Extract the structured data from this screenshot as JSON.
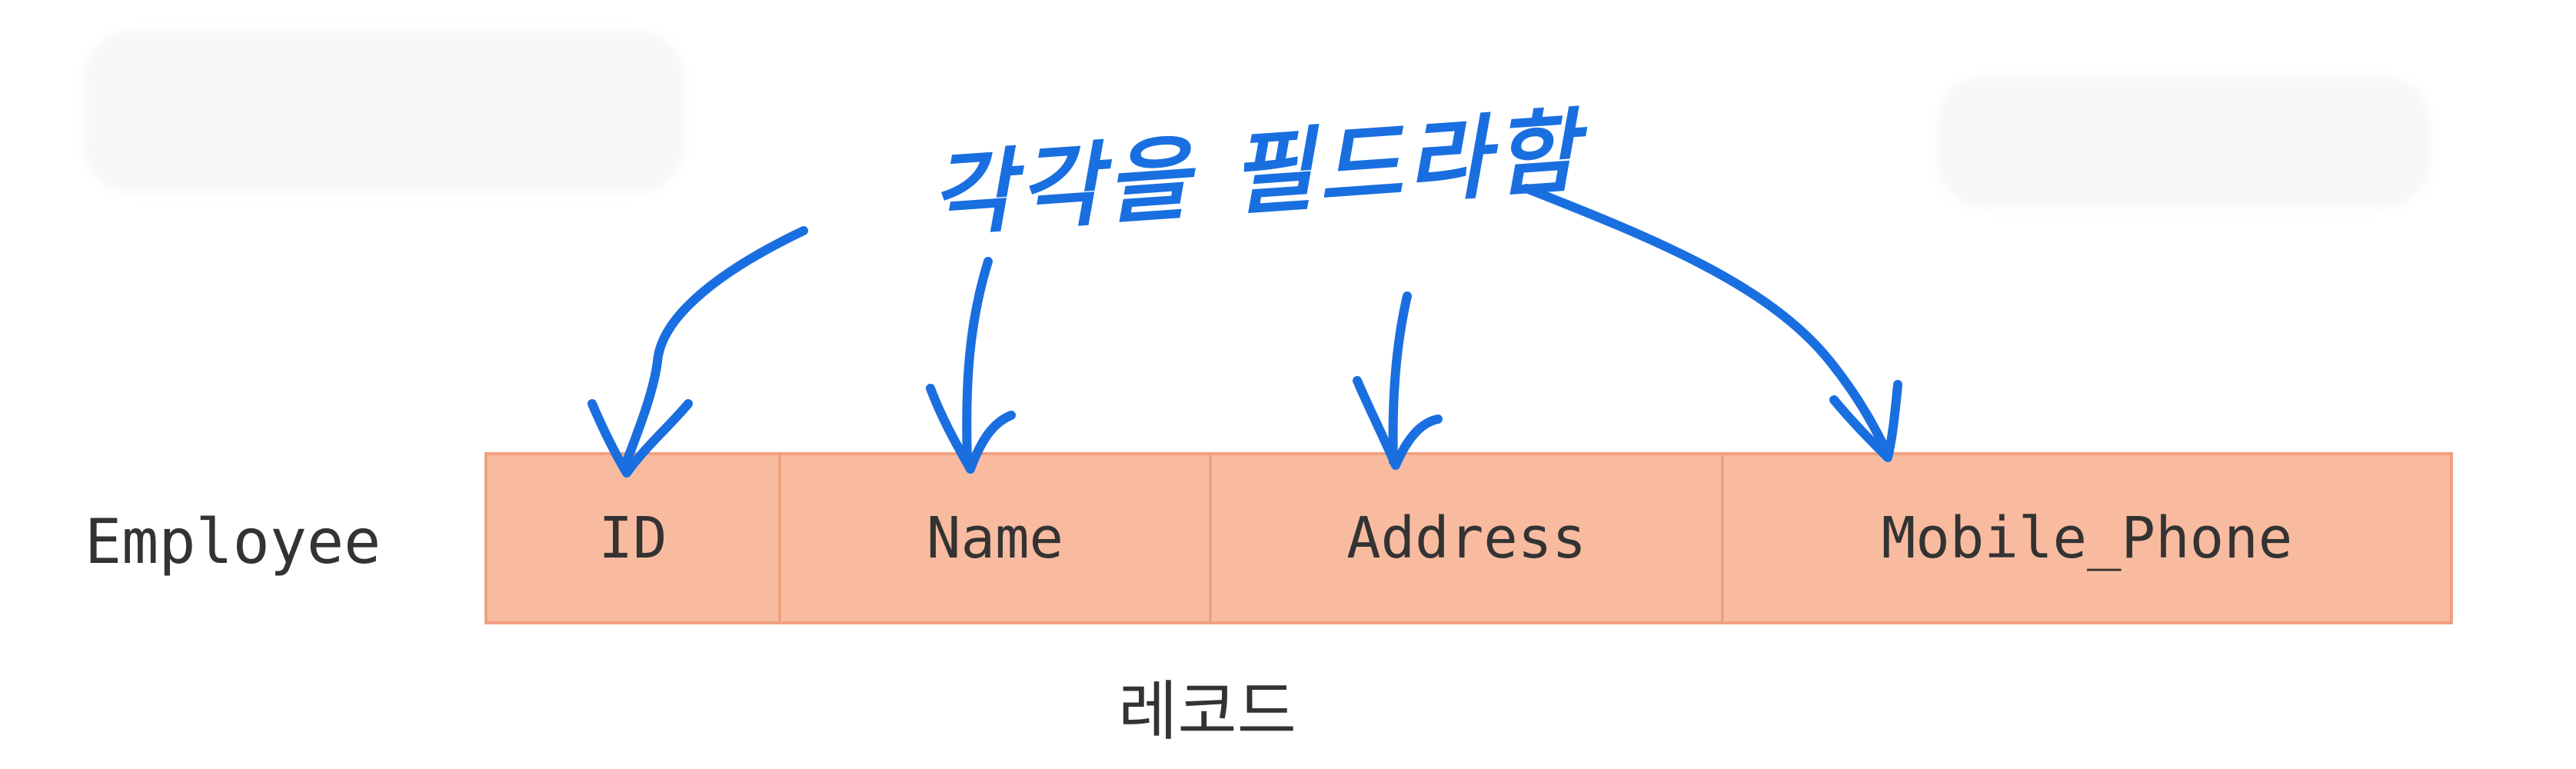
{
  "entity": {
    "name": "Employee"
  },
  "fields": [
    {
      "label": "ID"
    },
    {
      "label": "Name"
    },
    {
      "label": "Address"
    },
    {
      "label": "Mobile_Phone"
    }
  ],
  "caption": "레코드",
  "annotation": {
    "text": "각각을 필드라함",
    "color": "#1a6fe0"
  },
  "colors": {
    "cell_fill": "#f9bba0",
    "cell_border": "#f0a080",
    "text": "#333333"
  }
}
